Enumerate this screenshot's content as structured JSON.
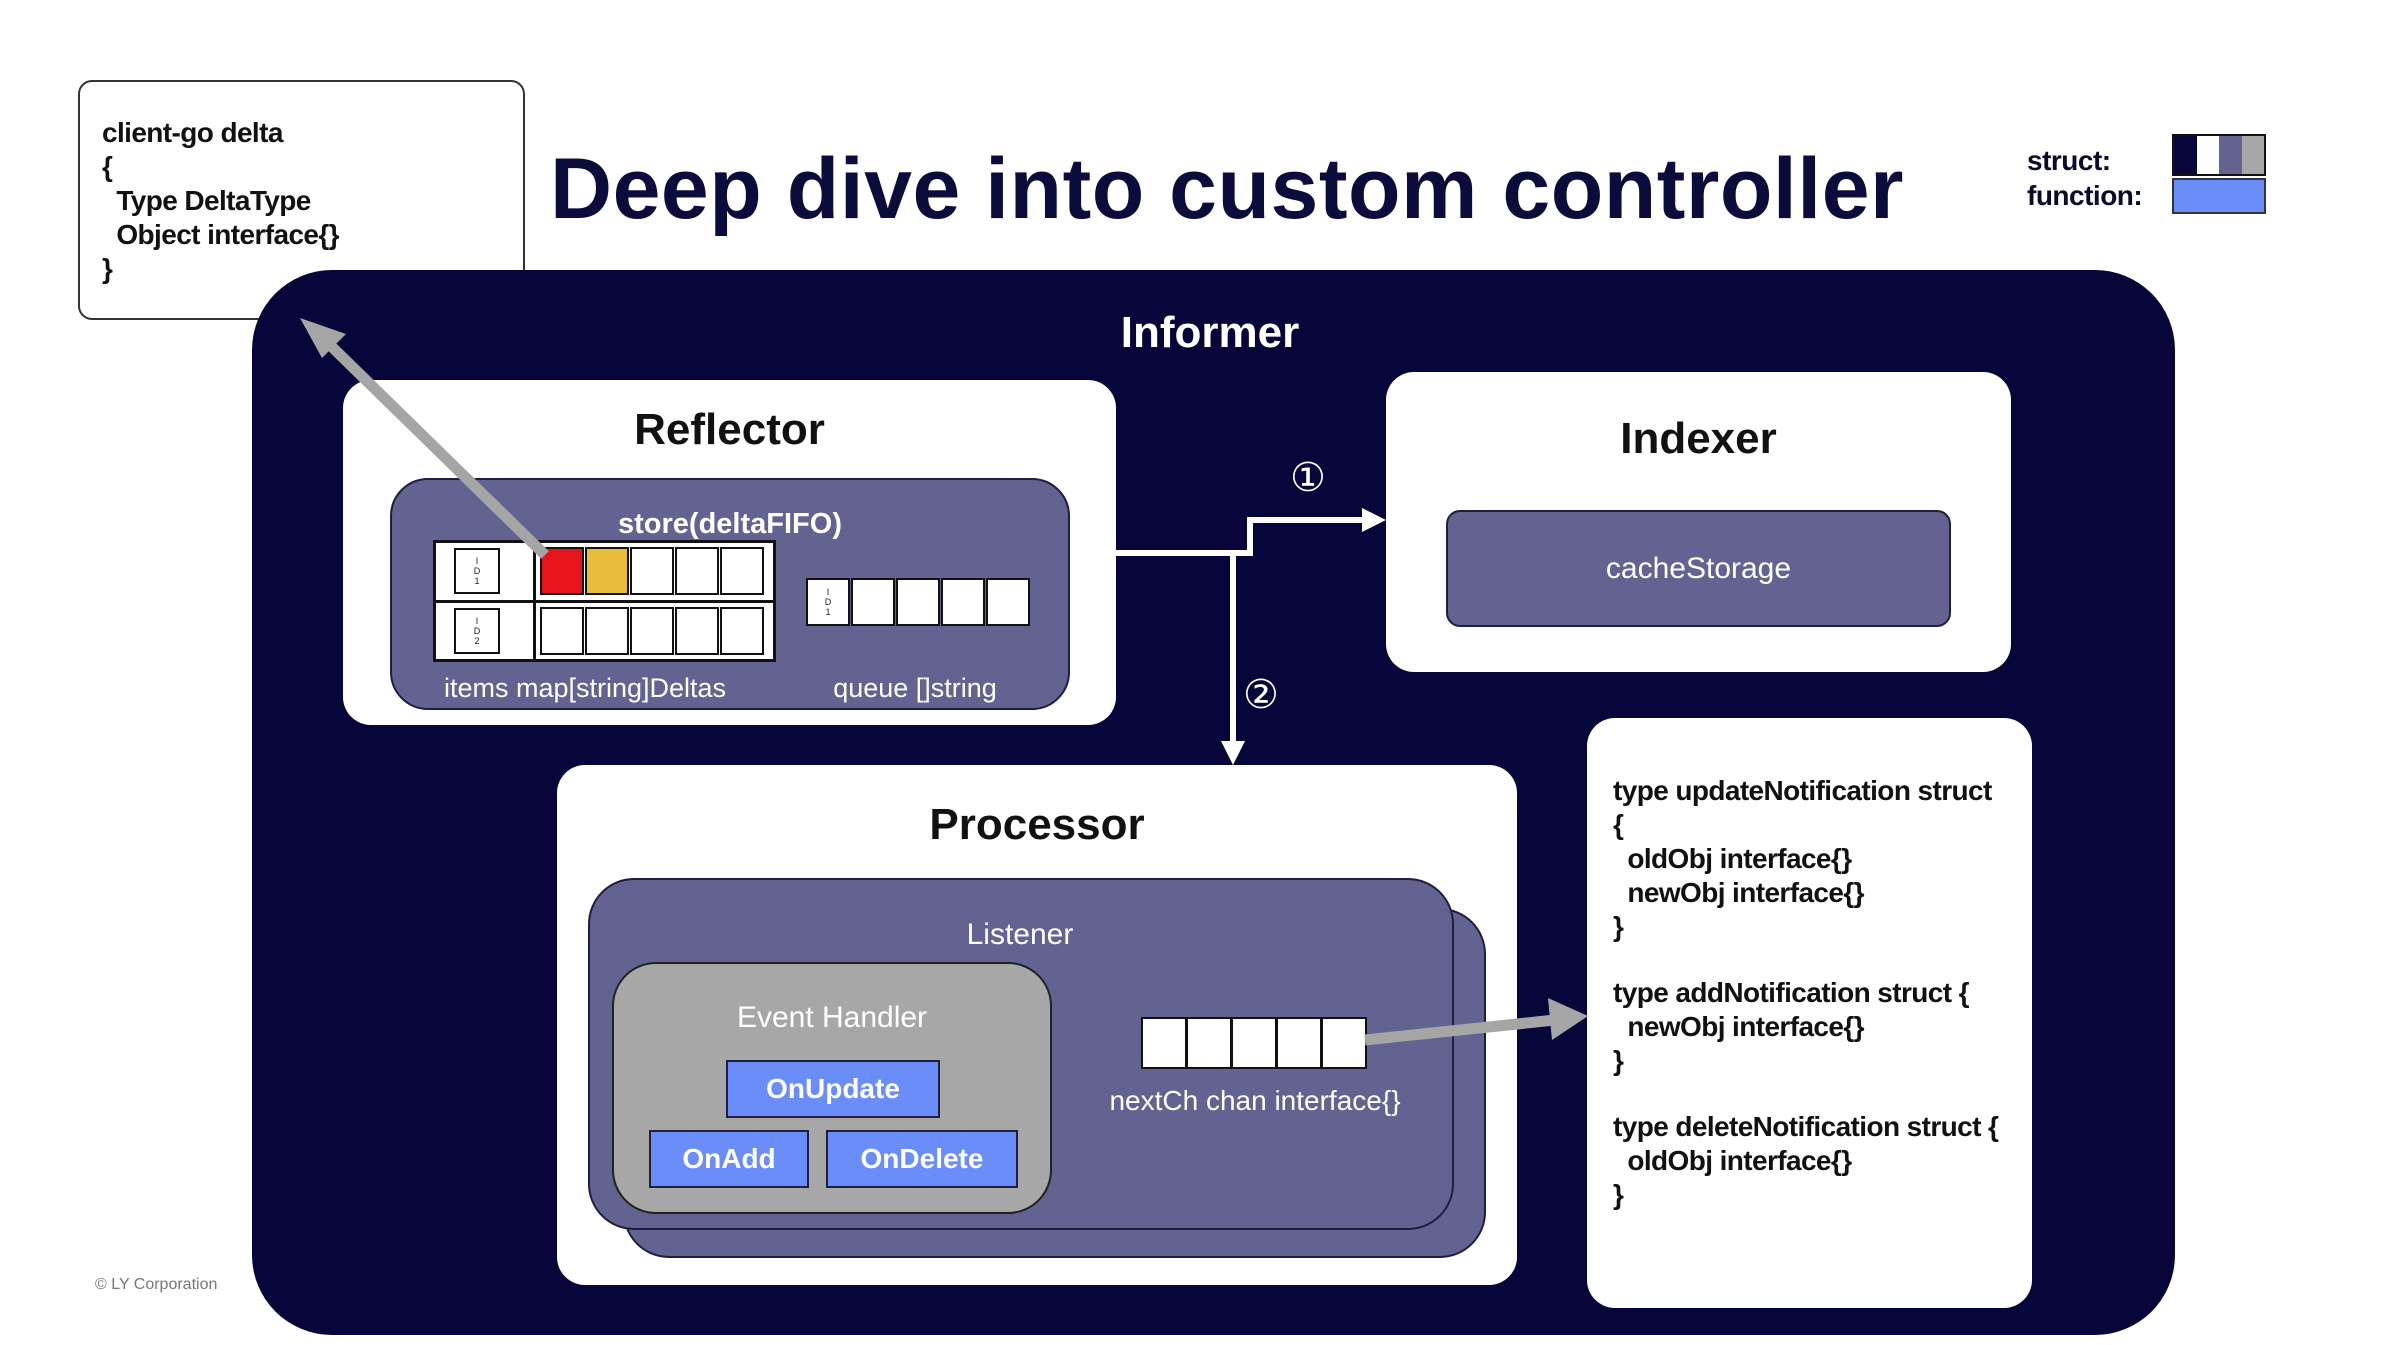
{
  "title": "Deep dive into custom controller",
  "delta_box": {
    "lines": [
      "client-go delta",
      "{",
      "  Type DeltaType",
      "  Object interface{}",
      "}"
    ]
  },
  "legend": {
    "struct_label": "struct:",
    "function_label": "function:",
    "struct_colors": [
      "#06063a",
      "#ffffff",
      "#626390",
      "#a7a7a7"
    ],
    "function_color": "#6b8dfa"
  },
  "informer": {
    "label": "Informer",
    "reflector": {
      "title": "Reflector",
      "store_label": "store(deltaFIFO)",
      "items_label": "items map[string]Deltas",
      "queue_label": "queue []string",
      "row_ids": [
        [
          "I",
          "D",
          "1"
        ],
        [
          "I",
          "D",
          "2"
        ]
      ],
      "queue_id": [
        "I",
        "D",
        "1"
      ],
      "row1_colors": [
        "#e8141c",
        "#e9bd3b",
        "#ffffff",
        "#ffffff",
        "#ffffff"
      ]
    },
    "indexer": {
      "title": "Indexer",
      "cache_label": "cacheStorage"
    },
    "step_markers": [
      "①",
      "②"
    ],
    "processor": {
      "title": "Processor",
      "listener_label": "Listener",
      "event_handler_label": "Event Handler",
      "functions": [
        "OnUpdate",
        "OnAdd",
        "OnDelete"
      ],
      "channel_label": "nextCh chan interface{}"
    }
  },
  "notification_types": {
    "update": [
      "type updateNotification struct",
      "{",
      "  oldObj interface{}",
      "  newObj interface{}",
      "}"
    ],
    "add": [
      "type addNotification struct {",
      "  newObj interface{}",
      "}"
    ],
    "delete": [
      "type deleteNotification struct {",
      "  oldObj interface{}",
      "}"
    ]
  },
  "colors": {
    "informer_bg": "#06063a",
    "struct_purple": "#626390",
    "handler_gray": "#a7a7a7",
    "function_blue": "#6b8dfa",
    "arrow_gray": "#a5a5a5"
  },
  "copyright": "© LY Corporation"
}
